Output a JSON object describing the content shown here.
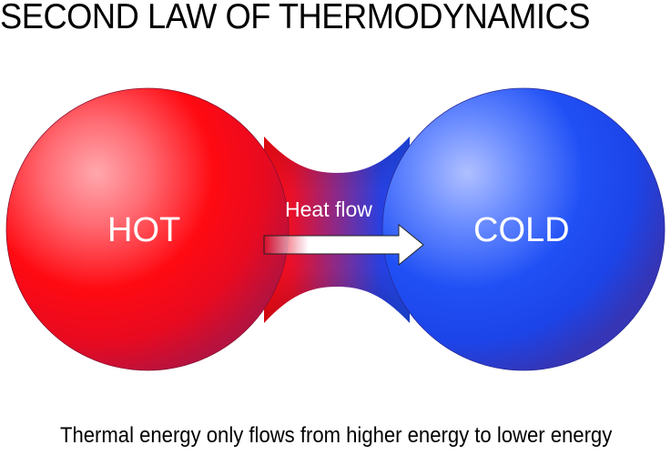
{
  "title": "SECOND LAW OF THERMODYNAMICS",
  "diagram": {
    "hot": {
      "label": "HOT",
      "color": "#ff0a14",
      "shade": "#b5123f",
      "highlight": "#ffa0a8"
    },
    "cold": {
      "label": "COLD",
      "color": "#1f4cf0",
      "shade": "#3535b5",
      "highlight": "#a8b8ff"
    },
    "arrow": {
      "label": "Heat flow",
      "direction": "hot-to-cold",
      "color": "#ffffff"
    }
  },
  "caption": "Thermal energy only flows from higher energy to lower energy"
}
